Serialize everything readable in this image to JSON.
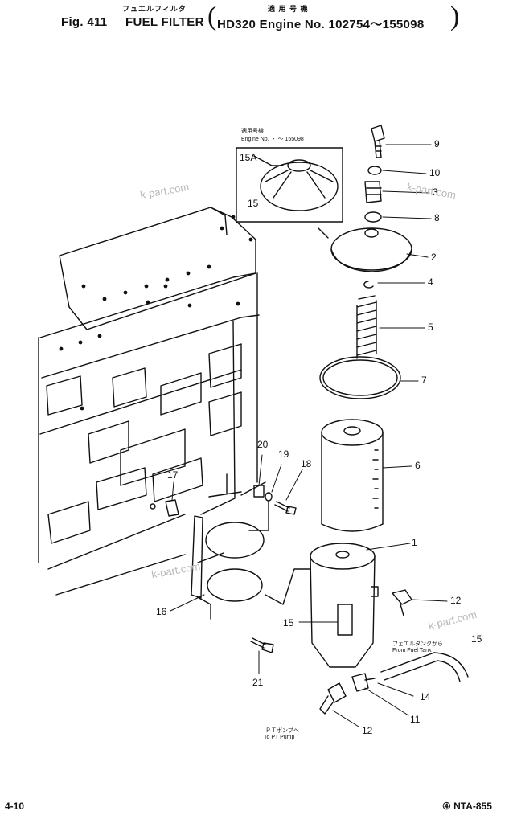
{
  "header": {
    "fig_label": "Fig. 411",
    "title_jp": "フュエルフィルタ",
    "title_en": "FUEL FILTER",
    "applic_jp": "適 用 号 機",
    "applic_en": "HD320 Engine No. 102754～155098",
    "paren_open": "(",
    "paren_close": ")"
  },
  "inset": {
    "applic_jp": "適用号機",
    "applic_en": "Engine No.   ・ ～ 155098",
    "label_15a": "15A",
    "label_15": "15"
  },
  "callouts": [
    "1",
    "2",
    "4",
    "5",
    "6",
    "7",
    "8",
    "9",
    "10",
    "11",
    "12",
    "12",
    "14",
    "15",
    "15",
    "16",
    "17",
    "18",
    "19",
    "20",
    "21"
  ],
  "labels": {
    "c9": "9",
    "c10": "10",
    "c3": "3",
    "c8": "8",
    "c2": "2",
    "c4": "4",
    "c5": "5",
    "c7": "7",
    "c6": "6",
    "c1": "1",
    "c12a": "12",
    "c15a": "15",
    "c15b": "15",
    "c14": "14",
    "c11": "11",
    "c12b": "12",
    "c16": "16",
    "c17": "17",
    "c18": "18",
    "c19": "19",
    "c20": "20",
    "c21": "21"
  },
  "notes": {
    "from_tank_jp": "フェエルタンクから",
    "from_tank_en": "From Fuel Tank",
    "to_pump_jp": "ＰＴポンプへ",
    "to_pump_en": "To PT Pump"
  },
  "watermarks": [
    "k-part.com",
    "k-part.com",
    "k-part.com",
    "k-part.com"
  ],
  "footer": {
    "page": "4-10",
    "code": "④ NTA-855"
  }
}
